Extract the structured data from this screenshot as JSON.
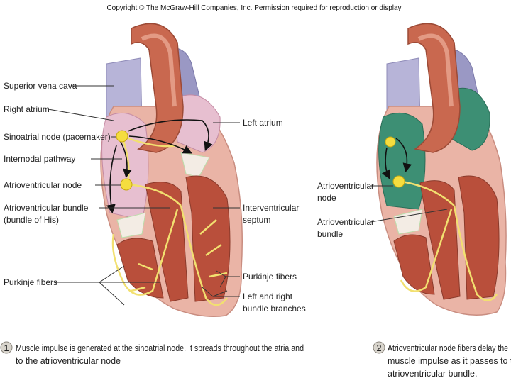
{
  "copyright": "Copyright © The McGraw-Hill Companies, Inc. Permission required for reproduction or display",
  "left_panel": {
    "labels": {
      "superior_vena_cava": "Superior vena cava",
      "right_atrium": "Right atrium",
      "sinoatrial_node": "Sinoatrial node (pacemaker)",
      "internodal_pathway": "Internodal pathway",
      "atrioventricular_node": "Atrioventricular node",
      "av_bundle_line1": "Atrioventricular bundle",
      "av_bundle_line2": "(bundle of His)",
      "purkinje_left": "Purkinje fibers",
      "left_atrium": "Left atrium",
      "interventricular_line1": "Interventricular",
      "interventricular_line2": "septum",
      "purkinje_right": "Purkinje fibers",
      "branches_line1": "Left and right",
      "branches_line2": "bundle branches"
    },
    "step_number": "1",
    "caption_line1": "Muscle impulse is generated at the sinoatrial node. It spreads throughout the atria and",
    "caption_line2": "to the atrioventricular node"
  },
  "right_panel": {
    "labels": {
      "av_node_line1": "Atrioventricular",
      "av_node_line2": "node",
      "av_bundle_line1": "Atrioventricular",
      "av_bundle_line2": "bundle"
    },
    "step_number": "2",
    "caption_line1": "Atrioventricular node fibers delay the",
    "caption_line2": "muscle impulse as it passes to the",
    "caption_line3": "atrioventricular bundle."
  },
  "colors": {
    "vena_cava": "#b7b4d8",
    "aorta": "#c9684f",
    "atrium": "#e7bfd0",
    "ventricle_wall": "#eab4a6",
    "myocardium": "#b94f3b",
    "conduction_fiber": "#f2e070",
    "node": "#f5dd3f",
    "activated_atrium": "#3d8f74",
    "caption_circle": "#d8d4cc"
  }
}
